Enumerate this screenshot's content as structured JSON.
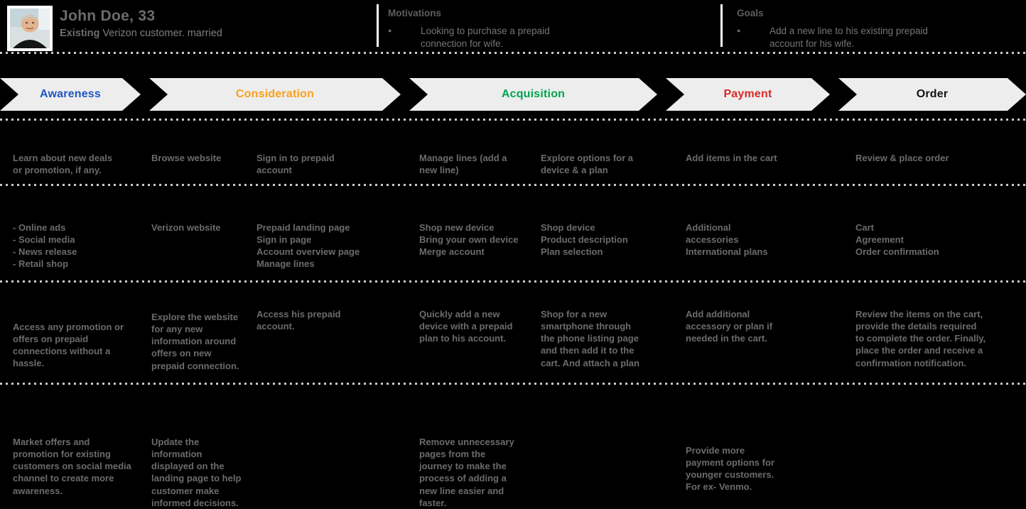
{
  "persona": {
    "name": "John Doe, 33",
    "description_bold": "Existing",
    "description_rest": " Verizon customer. married"
  },
  "header": {
    "motivations": {
      "title": "Motivations",
      "items": [
        "Looking to purchase a prepaid connection for wife."
      ]
    },
    "goals": {
      "title": "Goals",
      "items": [
        "Add a new line to his existing prepaid account for his wife."
      ]
    }
  },
  "icons": {
    "bullet": "●"
  },
  "stages": [
    {
      "label": "Awareness",
      "color": "#1e56c5"
    },
    {
      "label": "Consideration",
      "color": "#f9a11b"
    },
    {
      "label": "Acquisition",
      "color": "#00a44f"
    },
    {
      "label": "Payment",
      "color": "#d62a28"
    },
    {
      "label": "Order",
      "color": "#111111"
    }
  ],
  "grid": {
    "actions": [
      "Learn about new deals\nor promotion, if any.",
      "Browse website",
      "Sign in to prepaid\naccount",
      "Manage lines (add a\nnew line)",
      "Explore options for a\ndevice & a plan",
      "Add items in the cart",
      "Review & place order"
    ],
    "touchpoints": [
      "- Online ads\n- Social media\n- News release\n- Retail shop",
      "Verizon website",
      "Prepaid landing page\nSign in page\nAccount overview page\nManage lines",
      "Shop new device\nBring your own device\nMerge account",
      "Shop device\nProduct description\nPlan selection",
      "Additional accessories\nInternational plans",
      "Cart\nAgreement\nOrder confirmation"
    ],
    "thoughts": [
      "Access any promotion or offers on prepaid connections without a hassle.",
      "Explore the website for any new information around offers on new prepaid connection.",
      "Access his prepaid account.",
      "Quickly add a new device with a prepaid plan to his account.",
      "Shop for a new smartphone through the phone listing page and then add it to the cart. And attach a plan",
      "Add additional accessory or plan if needed in the cart.",
      "Review the items on the cart, provide the details required to complete the order. Finally, place the order and receive a confirmation notification."
    ],
    "opportunities": [
      "Market offers and promotion for existing customers on social media channel to create more awareness.",
      "Update the information displayed on the landing page to help customer make informed decisions.",
      "",
      "Remove unnecessary pages from the journey to make the process of adding a new line easier and faster.",
      "",
      "Provide more payment options for younger customers. For ex- Venmo.",
      ""
    ]
  }
}
